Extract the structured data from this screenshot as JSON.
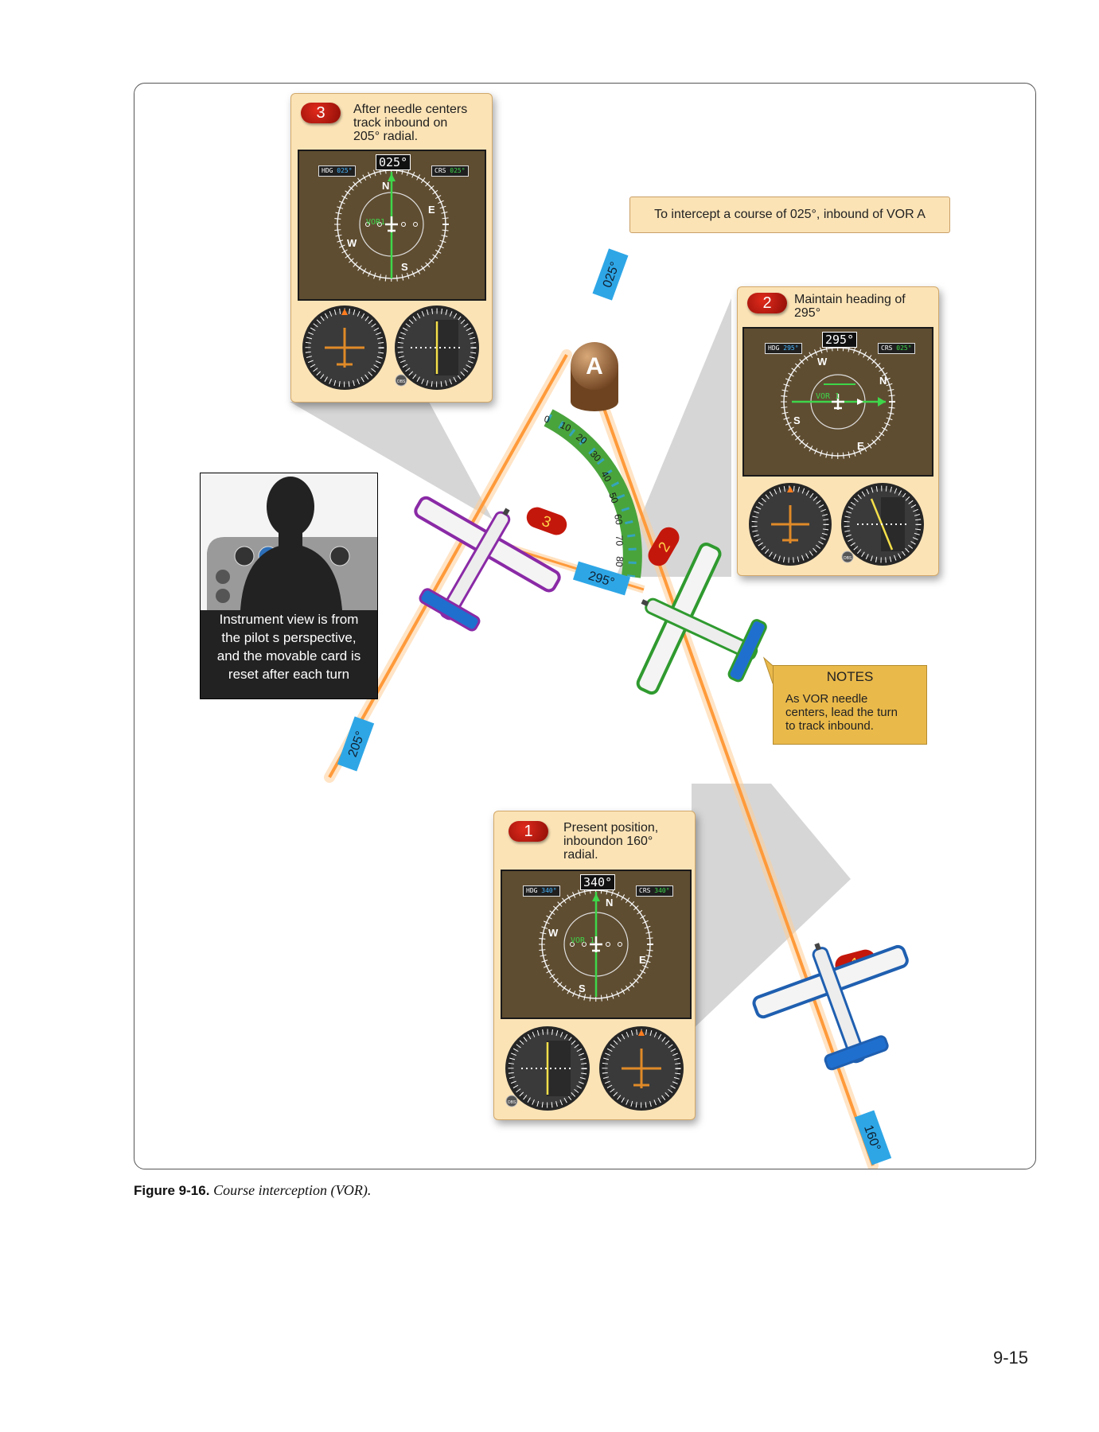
{
  "colors": {
    "course_line": "#ff9a3a",
    "radial_tag": "#2ea6e6",
    "screen_bg": "#5f4d31",
    "callout_bg": "#fbe3b6",
    "step_badge": "#c4170c",
    "notes_bg": "#e9b94a",
    "heading_bug": "#5ab8ff",
    "course_needle": "#3ed64a",
    "arc_scale": "#4aa43c"
  },
  "intercept_label": "To intercept a course of 025°, inbound of VOR A",
  "station": {
    "label": "A"
  },
  "radial_tags": {
    "r025": "025°",
    "r205": "205°",
    "r160": "160°",
    "r295": "295°"
  },
  "angle_scale_labels": [
    "0",
    "10",
    "20",
    "30",
    "40",
    "50",
    "60",
    "70",
    "80"
  ],
  "positions": [
    {
      "step": "1",
      "text": "Present position,\ninboundon 160°\nradial.",
      "heading_readout": "340°",
      "hdg_label": "HDG",
      "hdg_value": "340°",
      "crs_label": "CRS",
      "crs_value": "340°",
      "nav_source": "VOR 1",
      "aircraft_color": "blue"
    },
    {
      "step": "2",
      "text": "Maintain heading of\n295°",
      "heading_readout": "295°",
      "hdg_label": "HDG",
      "hdg_value": "295°",
      "crs_label": "CRS",
      "crs_value": "025°",
      "nav_source": "VOR 1",
      "aircraft_color": "green"
    },
    {
      "step": "3",
      "text": "After needle centers\ntrack inbound on\n205° radial.",
      "heading_readout": "025°",
      "hdg_label": "HDG",
      "hdg_value": "025°",
      "crs_label": "CRS",
      "crs_value": "025°",
      "nav_source": "VOR1",
      "aircraft_color": "purple"
    }
  ],
  "compass_letters": {
    "n": "N",
    "e": "E",
    "s": "S",
    "w": "W"
  },
  "obs_label": "OBS",
  "pilot_caption": "Instrument view is from\nthe pilot s perspective,\nand the movable card is\nreset after each turn",
  "notes": {
    "title": "NOTES",
    "text": "As VOR needle\ncenters, lead the turn\nto track inbound."
  },
  "figure_caption": {
    "number": "Figure 9-16.",
    "title": "Course interception (VOR)."
  },
  "page_number": "9-15"
}
